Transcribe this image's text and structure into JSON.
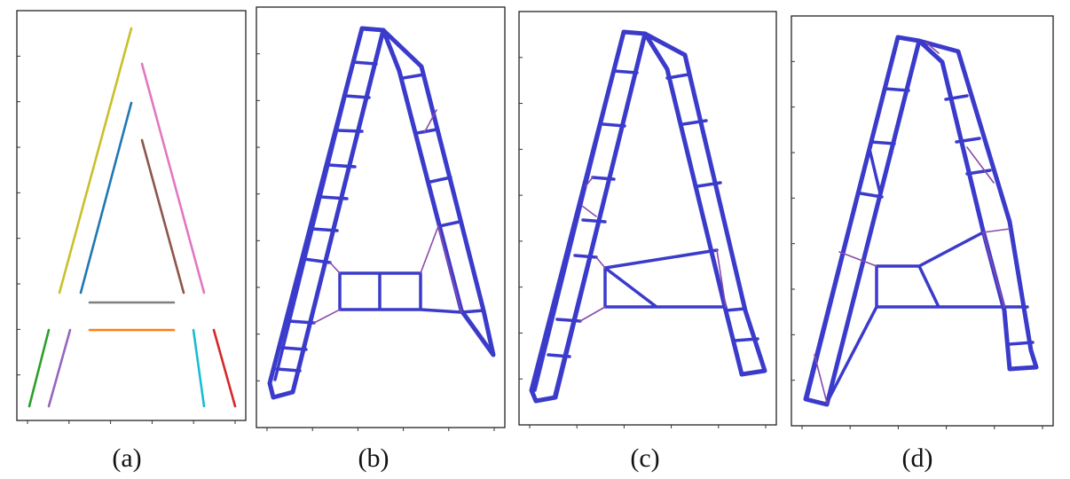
{
  "figure": {
    "panels": [
      {
        "id": "a",
        "label": "(a)"
      },
      {
        "id": "b",
        "label": "(b)"
      },
      {
        "id": "c",
        "label": "(c)"
      },
      {
        "id": "d",
        "label": "(d)"
      }
    ]
  },
  "colors": {
    "frame": "#222222",
    "mesh_edge": "#3b3bcb",
    "mesh_inner_edge": "#8a4aa8",
    "segments": [
      "#c9c02a",
      "#1f77b4",
      "#e377c2",
      "#8c564b",
      "#7f7f7f",
      "#ff7f0e",
      "#2ca02c",
      "#9467bd",
      "#17becf",
      "#d62728"
    ]
  }
}
